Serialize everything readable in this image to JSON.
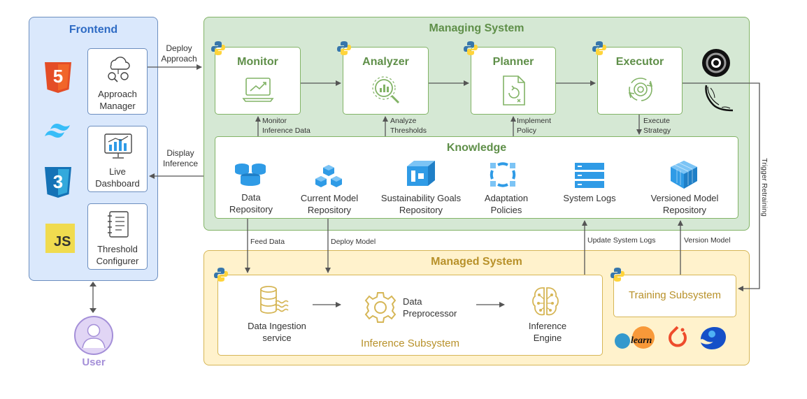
{
  "frontend": {
    "title": "Frontend",
    "items": [
      {
        "label": "Approach Manager"
      },
      {
        "label": "Live Dashboard"
      },
      {
        "label": "Threshold Configurer"
      }
    ]
  },
  "user": {
    "label": "User"
  },
  "managing": {
    "title": "Managing System",
    "mape": {
      "monitor": "Monitor",
      "analyzer": "Analyzer",
      "planner": "Planner",
      "executor": "Executor"
    },
    "knowledge": {
      "title": "Knowledge",
      "items": [
        {
          "label": "Data Repository"
        },
        {
          "label": "Current Model Repository"
        },
        {
          "label": "Sustainability Goals Repository"
        },
        {
          "label": "Adaptation Policies"
        },
        {
          "label": "System Logs"
        },
        {
          "label": "Versioned Model Repository"
        }
      ]
    }
  },
  "managed": {
    "title": "Managed System",
    "inference": {
      "title": "Inference Subsystem",
      "items": [
        {
          "label": "Data Ingestion service"
        },
        {
          "label": "Data Preprocessor"
        },
        {
          "label": "Inference Engine"
        }
      ]
    },
    "training": {
      "title": "Training Subsystem"
    }
  },
  "arrows": {
    "deploy_approach": "Deploy Approach",
    "display_inference": "Display Inference",
    "monitor_inference_data": "Monitor Inference Data",
    "analyze_thresholds": "Analyze Thresholds",
    "implement_policy": "Implement Policy",
    "execute_strategy": "Execute Strategy",
    "feed_data": "Feed Data",
    "deploy_model": "Deploy Model",
    "update_system_logs": "Update System Logs",
    "version_model": "Version Model",
    "trigger_retraining": "Trigger Retraining"
  },
  "logos": {
    "html5": "5",
    "css3": "3",
    "js": "JS",
    "sklearn": "learn"
  },
  "colors": {
    "frontend_fill": "#dae8fc",
    "frontend_border": "#6c8ebf",
    "frontend_title": "#2e6bc4",
    "managing_fill": "#d5e8d4",
    "managing_border": "#82b366",
    "managing_title": "#5f8f49",
    "managed_fill": "#fff2cc",
    "managed_border": "#d6b656",
    "managed_title": "#b8912a",
    "user": "#a48fd8",
    "icon_blue": "#2f9be6"
  }
}
